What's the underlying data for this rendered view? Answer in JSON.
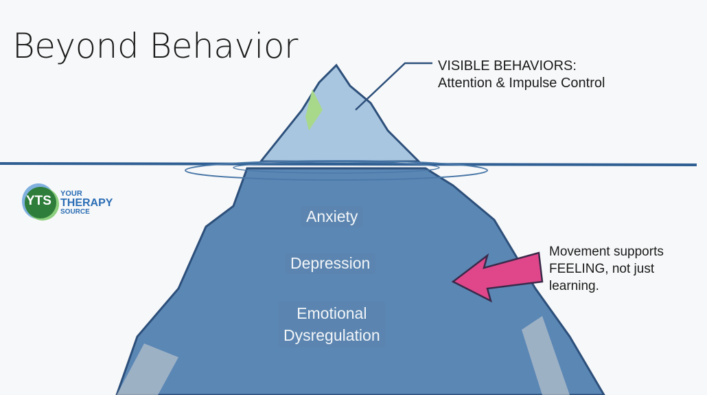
{
  "title": "Beyond Behavior",
  "visible_label": {
    "line1": "VISIBLE BEHAVIORS:",
    "line2": "Attention & Impulse Control"
  },
  "hidden_items": [
    "Anxiety",
    "Depression",
    "Emotional",
    "Dysregulation"
  ],
  "arrow_note": {
    "line1": "Movement supports",
    "line2": "FEELING, not just",
    "line3": "learning."
  },
  "logo": {
    "mark": "YTS",
    "line1": "YOUR",
    "line2": "THERAPY",
    "line3": "SOURCE"
  },
  "colors": {
    "ice": "#5b87b5",
    "arrow": "#e0468a",
    "water": "#2f5f93",
    "logo_green": "#2e7d3a",
    "logo_blue": "#2a6db5"
  }
}
